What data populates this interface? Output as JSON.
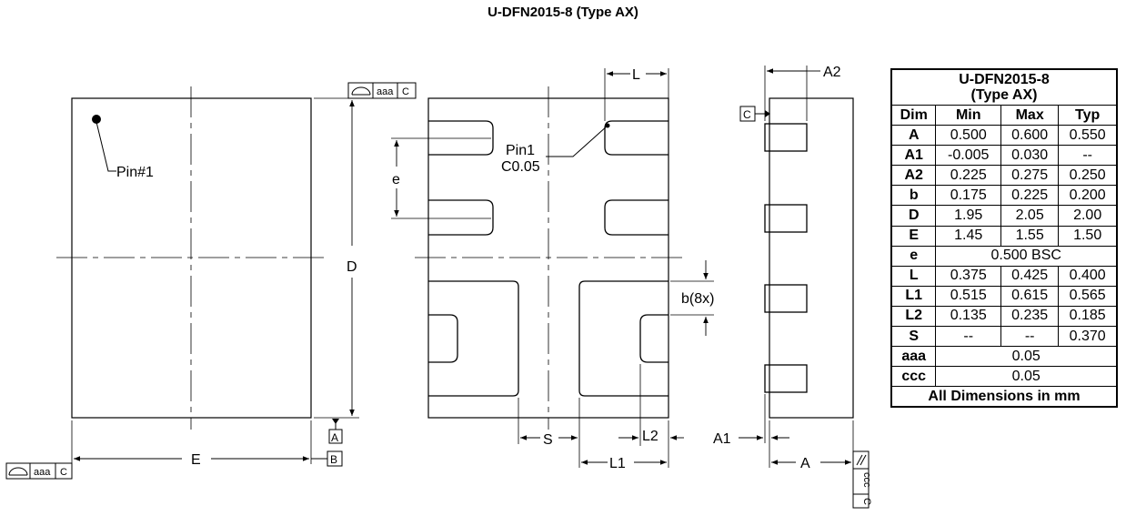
{
  "title": "U-DFN2015-8 (Type AX)",
  "labels": {
    "pin1_marker": "Pin#1",
    "pin1": "Pin1",
    "chamfer": "C0.05",
    "E": "E",
    "D": "D",
    "e": "e",
    "L": "L",
    "b": "b(8x)",
    "S": "S",
    "L1": "L1",
    "L2": "L2",
    "A": "A",
    "A1": "A1",
    "A2": "A2"
  },
  "datums": {
    "A": "A",
    "B": "B",
    "C": "C"
  },
  "tolerances": {
    "top": {
      "value": "aaa",
      "datum": "C"
    },
    "left": {
      "value": "aaa",
      "datum": "C"
    },
    "side": {
      "value": "ccc",
      "datum": "C"
    }
  },
  "table": {
    "title_line1": "U-DFN2015-8",
    "title_line2": "(Type AX)",
    "headers": [
      "Dim",
      "Min",
      "Max",
      "Typ"
    ],
    "rows": [
      {
        "dim": "A",
        "min": "0.500",
        "max": "0.600",
        "typ": "0.550"
      },
      {
        "dim": "A1",
        "min": "-0.005",
        "max": "0.030",
        "typ": "--"
      },
      {
        "dim": "A2",
        "min": "0.225",
        "max": "0.275",
        "typ": "0.250"
      },
      {
        "dim": "b",
        "min": "0.175",
        "max": "0.225",
        "typ": "0.200"
      },
      {
        "dim": "D",
        "min": "1.95",
        "max": "2.05",
        "typ": "2.00"
      },
      {
        "dim": "E",
        "min": "1.45",
        "max": "1.55",
        "typ": "1.50"
      },
      {
        "dim": "e",
        "span": "0.500 BSC"
      },
      {
        "dim": "L",
        "min": "0.375",
        "max": "0.425",
        "typ": "0.400"
      },
      {
        "dim": "L1",
        "min": "0.515",
        "max": "0.615",
        "typ": "0.565"
      },
      {
        "dim": "L2",
        "min": "0.135",
        "max": "0.235",
        "typ": "0.185"
      },
      {
        "dim": "S",
        "min": "--",
        "max": "--",
        "typ": "0.370"
      },
      {
        "dim": "aaa",
        "span": "0.05"
      },
      {
        "dim": "ccc",
        "span": "0.05"
      }
    ],
    "footer": "All Dimensions in mm"
  }
}
